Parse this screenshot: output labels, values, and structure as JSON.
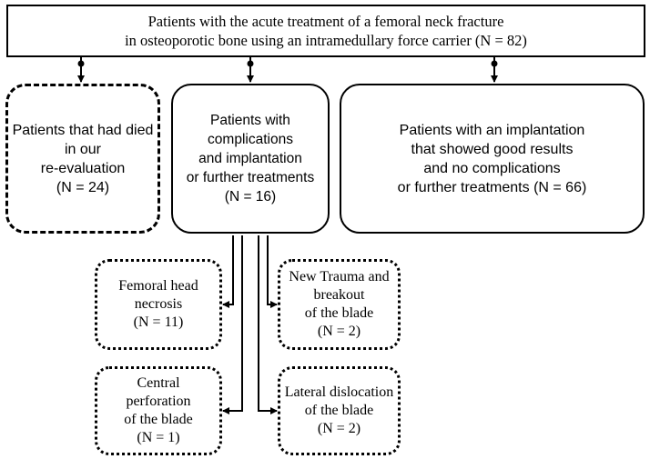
{
  "top_box": {
    "lines": [
      "Patients with the acute treatment of a femoral neck fracture",
      "in osteoporotic bone using an intramedullary force carrier (N = 82)"
    ]
  },
  "died_box": {
    "lines": [
      "Patients that had died",
      "in our",
      "re-evaluation",
      "(N = 24)"
    ]
  },
  "complications_box": {
    "lines": [
      "Patients with",
      "complications",
      "and implantation",
      "or further treatments",
      "(N = 16)"
    ]
  },
  "good_box": {
    "lines": [
      "Patients with an implantation",
      "that showed good results",
      "and no complications",
      "or further treatments (N = 66)"
    ]
  },
  "necrosis_box": {
    "lines": [
      "Femoral head",
      "necrosis",
      "(N = 11)"
    ]
  },
  "perforation_box": {
    "lines": [
      "Central",
      "perforation",
      "of the blade",
      "(N = 1)"
    ]
  },
  "trauma_box": {
    "lines": [
      "New Trauma and",
      "breakout",
      "of the blade",
      "(N = 2)"
    ]
  },
  "dislocation_box": {
    "lines": [
      "Lateral dislocation",
      "of the blade",
      "(N = 2)"
    ]
  }
}
